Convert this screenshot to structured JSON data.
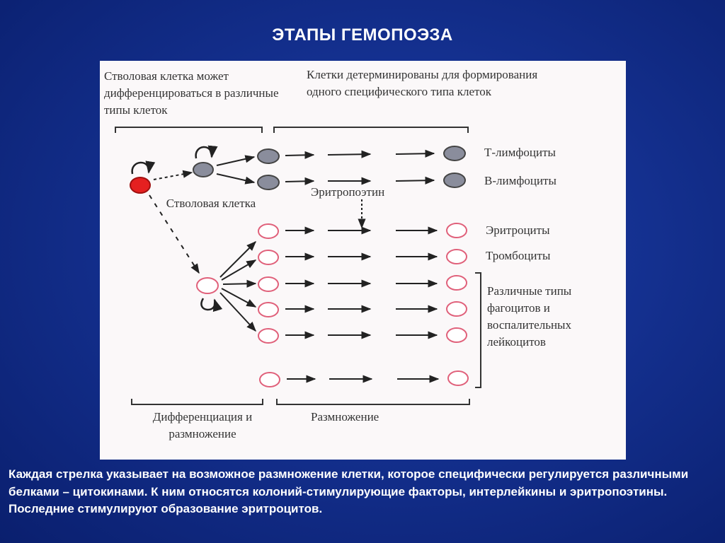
{
  "title": "ЭТАПЫ ГЕМОПОЭЗА",
  "diagram": {
    "header_left": "Стволовая клетка может дифференцироваться в различные типы клеток",
    "header_right": "Клетки детерминированы для формирования одного специфического типа клеток",
    "stem_cell_label": "Стволовая клетка",
    "erythropoietin_label": "Эритропоэтин",
    "cell_types": {
      "t_lymphocytes": "Т-лимфоциты",
      "b_lymphocytes": "В-лимфоциты",
      "erythrocytes": "Эритроциты",
      "platelets": "Тромбоциты",
      "phagocytes": "Различные типы фагоцитов и воспалительных лейкоцитов"
    },
    "footer_left": "Дифференциация и размножение",
    "footer_right": "Размножение",
    "colors": {
      "stem_cell": "#e52020",
      "lymphoid": "#8a8d9c",
      "myeloid_outline": "#e0607a"
    }
  },
  "caption": "Каждая стрелка указывает на возможное размножение клетки, которое специфически регулируется различными белками – цитокинами. К ним относятся колоний-стимулирующие факторы, интерлейкины и эритропоэтины. Последние стимулируют образование эритроцитов."
}
